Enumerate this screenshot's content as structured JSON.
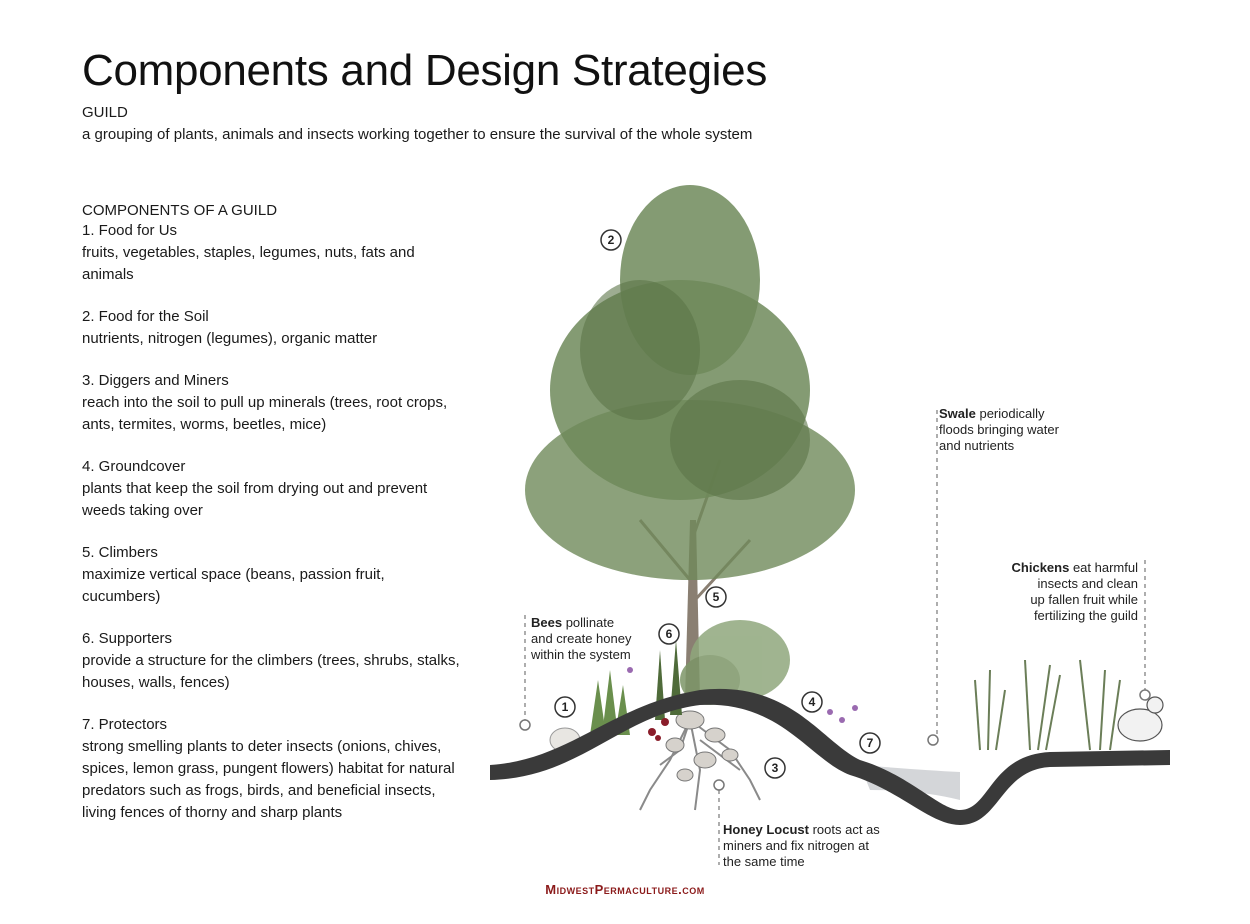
{
  "title": "Components and Design Strategies",
  "guild": {
    "heading": "GUILD",
    "definition": "a grouping of plants, animals and insects working together to ensure the survival of the whole system"
  },
  "components": {
    "heading": "COMPONENTS OF A GUILD",
    "items": [
      {
        "name": "1. Food for Us",
        "desc": "fruits, vegetables, staples, legumes, nuts, fats and animals"
      },
      {
        "name": "2. Food for the Soil",
        "desc": "nutrients, nitrogen (legumes), organic matter"
      },
      {
        "name": "3. Diggers and Miners",
        "desc": "reach into the soil to pull up minerals (trees, root crops, ants, termites, worms, beetles, mice)"
      },
      {
        "name": "4. Groundcover",
        "desc": "plants that keep the soil from drying out and prevent weeds taking over"
      },
      {
        "name": "5. Climbers",
        "desc": "maximize vertical space (beans, passion fruit, cucumbers)"
      },
      {
        "name": "6. Supporters",
        "desc": "provide a structure for the climbers (trees, shrubs, stalks, houses, walls, fences)"
      },
      {
        "name": "7. Protectors",
        "desc": "strong smelling plants to deter insects (onions, chives, spices, lemon grass, pungent flowers) habitat for natural predators such as frogs, birds, and beneficial insects, living fences of thorny and sharp plants"
      }
    ]
  },
  "diagram": {
    "markers": [
      "1",
      "2",
      "3",
      "4",
      "5",
      "6",
      "7"
    ],
    "callouts": {
      "bees": {
        "bold": "Bees",
        "rest1": " pollinate",
        "line2": "and create honey",
        "line3": "within the system"
      },
      "swale": {
        "bold": "Swale",
        "rest1": " periodically",
        "line2": "floods bringing water",
        "line3": "and nutrients"
      },
      "chickens": {
        "bold": "Chickens",
        "rest1": " eat harmful",
        "line2": "insects and clean",
        "line3": "up fallen fruit while",
        "line4": "fertilizing the guild"
      },
      "locust": {
        "bold": "Honey Locust",
        "rest1": " roots act as",
        "line2": "miners and fix nitrogen at",
        "line3": "the same time"
      }
    }
  },
  "footer": "MidwestPermaculture.com",
  "colors": {
    "ground": "#3a3a3a",
    "foliage": "#6f8a5a",
    "water": "#c9ccd0",
    "footer": "#8b1a1a"
  }
}
